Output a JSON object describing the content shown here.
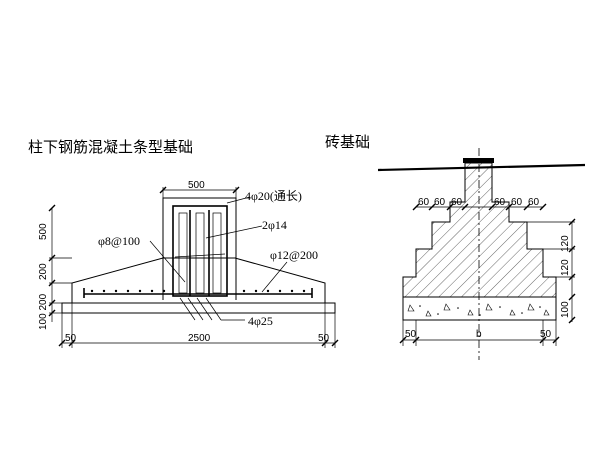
{
  "left": {
    "title": "柱下钢筋混凝土条型基础",
    "dims": {
      "col_width": "500",
      "h_500": "500",
      "h_200": "200",
      "h_bottom": "100 200",
      "base_width": "2500",
      "margin_left": "50",
      "margin_right": "50"
    },
    "rebar": {
      "top_bars": "4φ20(通长)",
      "mid_bars": "2φ14",
      "stirrup": "φ8@100",
      "distrib": "φ12@200",
      "bottom_bars": "4φ25"
    }
  },
  "right": {
    "title": "砖基础",
    "dims": {
      "steps_left": [
        "60",
        "60",
        "60"
      ],
      "steps_right": [
        "60",
        "60",
        "60"
      ],
      "h_upper": "120",
      "h_lower": "120",
      "h_cushion": "100",
      "base_label": "b",
      "margin_left": "50",
      "margin_right": "50"
    }
  }
}
